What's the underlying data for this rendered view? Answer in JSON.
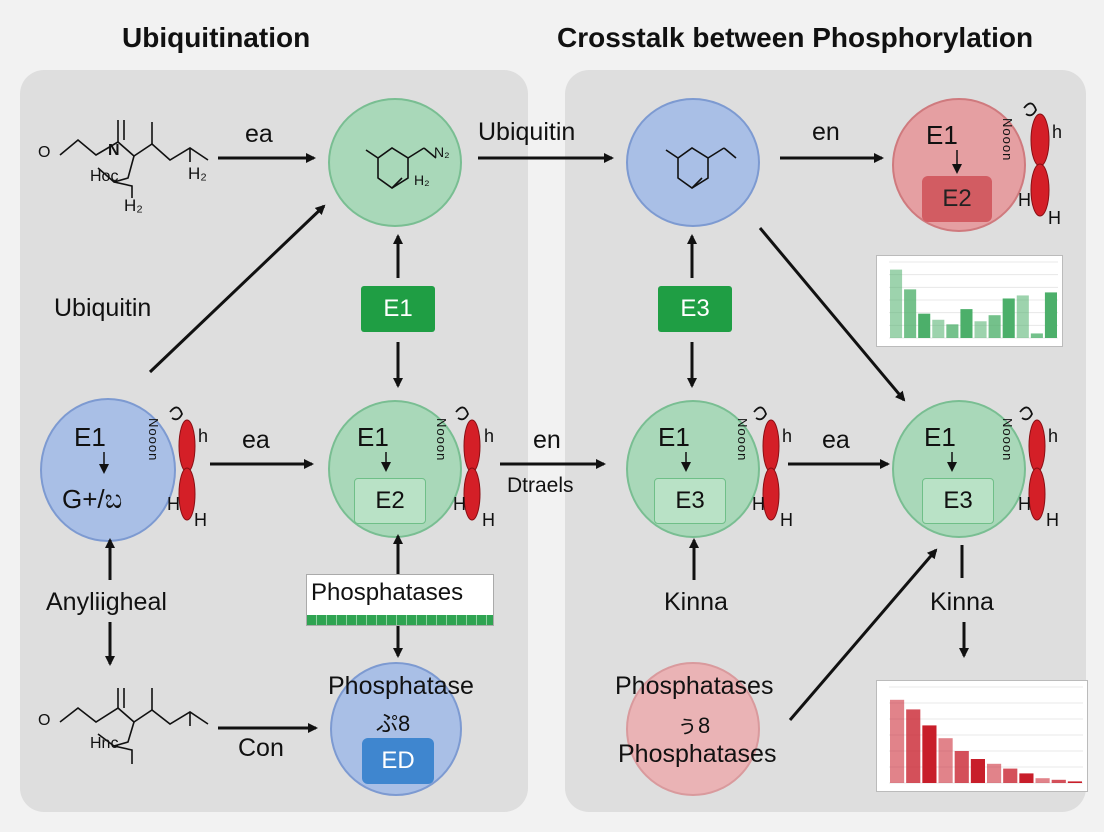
{
  "titles": {
    "left": "Ubiquitination",
    "right": "Crosstalk between Phosphorylation"
  },
  "labels": {
    "ea_top": "ea",
    "ubiquitin_top": "Ubiquitin",
    "en_top": "en",
    "ubiquitin_left": "Ubiquitin",
    "ea_mid": "ea",
    "en_mid": "en",
    "dtraels": "Dtraels",
    "ea_mid_right": "ea",
    "anyliigheal": "Anyliigheal",
    "kinna_center": "Kinna",
    "kinna_right": "Kinna",
    "con": "Con",
    "phosphatase": "Phosphatase",
    "phosphatases_pink_top": "Phosphatases",
    "phosphatases_pink_bottom": "Phosphatases",
    "phosphatases_bar": "Phosphatases"
  },
  "nodes": {
    "red_top": {
      "e1": "E1",
      "e2": "E2"
    },
    "blue_left": {
      "e1": "E1",
      "sub": "G+/ಬ"
    },
    "green_mid1": {
      "e1": "E1",
      "box": "E2"
    },
    "green_mid2": {
      "e1": "E1",
      "box": "E3"
    },
    "green_mid3": {
      "e1": "E1",
      "box": "E3"
    },
    "blue_bottom": {
      "box": "ED",
      "glyph": "ぷ8"
    },
    "pink_bottom": {
      "glyph": "ぅ8"
    }
  },
  "boxes": {
    "e1_box": "E1",
    "e3_box": "E3"
  },
  "chem": {
    "o": "O",
    "n": "N",
    "o2": "O",
    "hoc": "Hoc",
    "h2": "H₂",
    "h2_b": "H₂",
    "hnc": "Hnc",
    "n2": "N₂",
    "ring_h2": "H₂"
  },
  "side": {
    "vert_text": "Nooon",
    "h": "H",
    "h_small": "h"
  },
  "colors": {
    "green": "#a9d8b9",
    "blue": "#a9bfe6",
    "red": "#e59fa2",
    "accent_green": "#1f9e44",
    "red_lobe": "#d41f27",
    "bar_red": "#c81e2a"
  },
  "chart_data": [
    {
      "type": "bar",
      "series_color": "#4caf6a",
      "values": [
        4.5,
        3.2,
        1.6,
        1.2,
        0.9,
        1.9,
        1.1,
        1.5,
        2.6,
        2.8,
        0.3,
        3.0
      ],
      "ylim": [
        0,
        5
      ]
    },
    {
      "type": "bar",
      "series_color": "#c81e2a",
      "values": [
        5.2,
        4.6,
        3.6,
        2.8,
        2.0,
        1.5,
        1.2,
        0.9,
        0.6,
        0.3,
        0.2,
        0.1
      ],
      "ylim": [
        0,
        6
      ]
    }
  ]
}
